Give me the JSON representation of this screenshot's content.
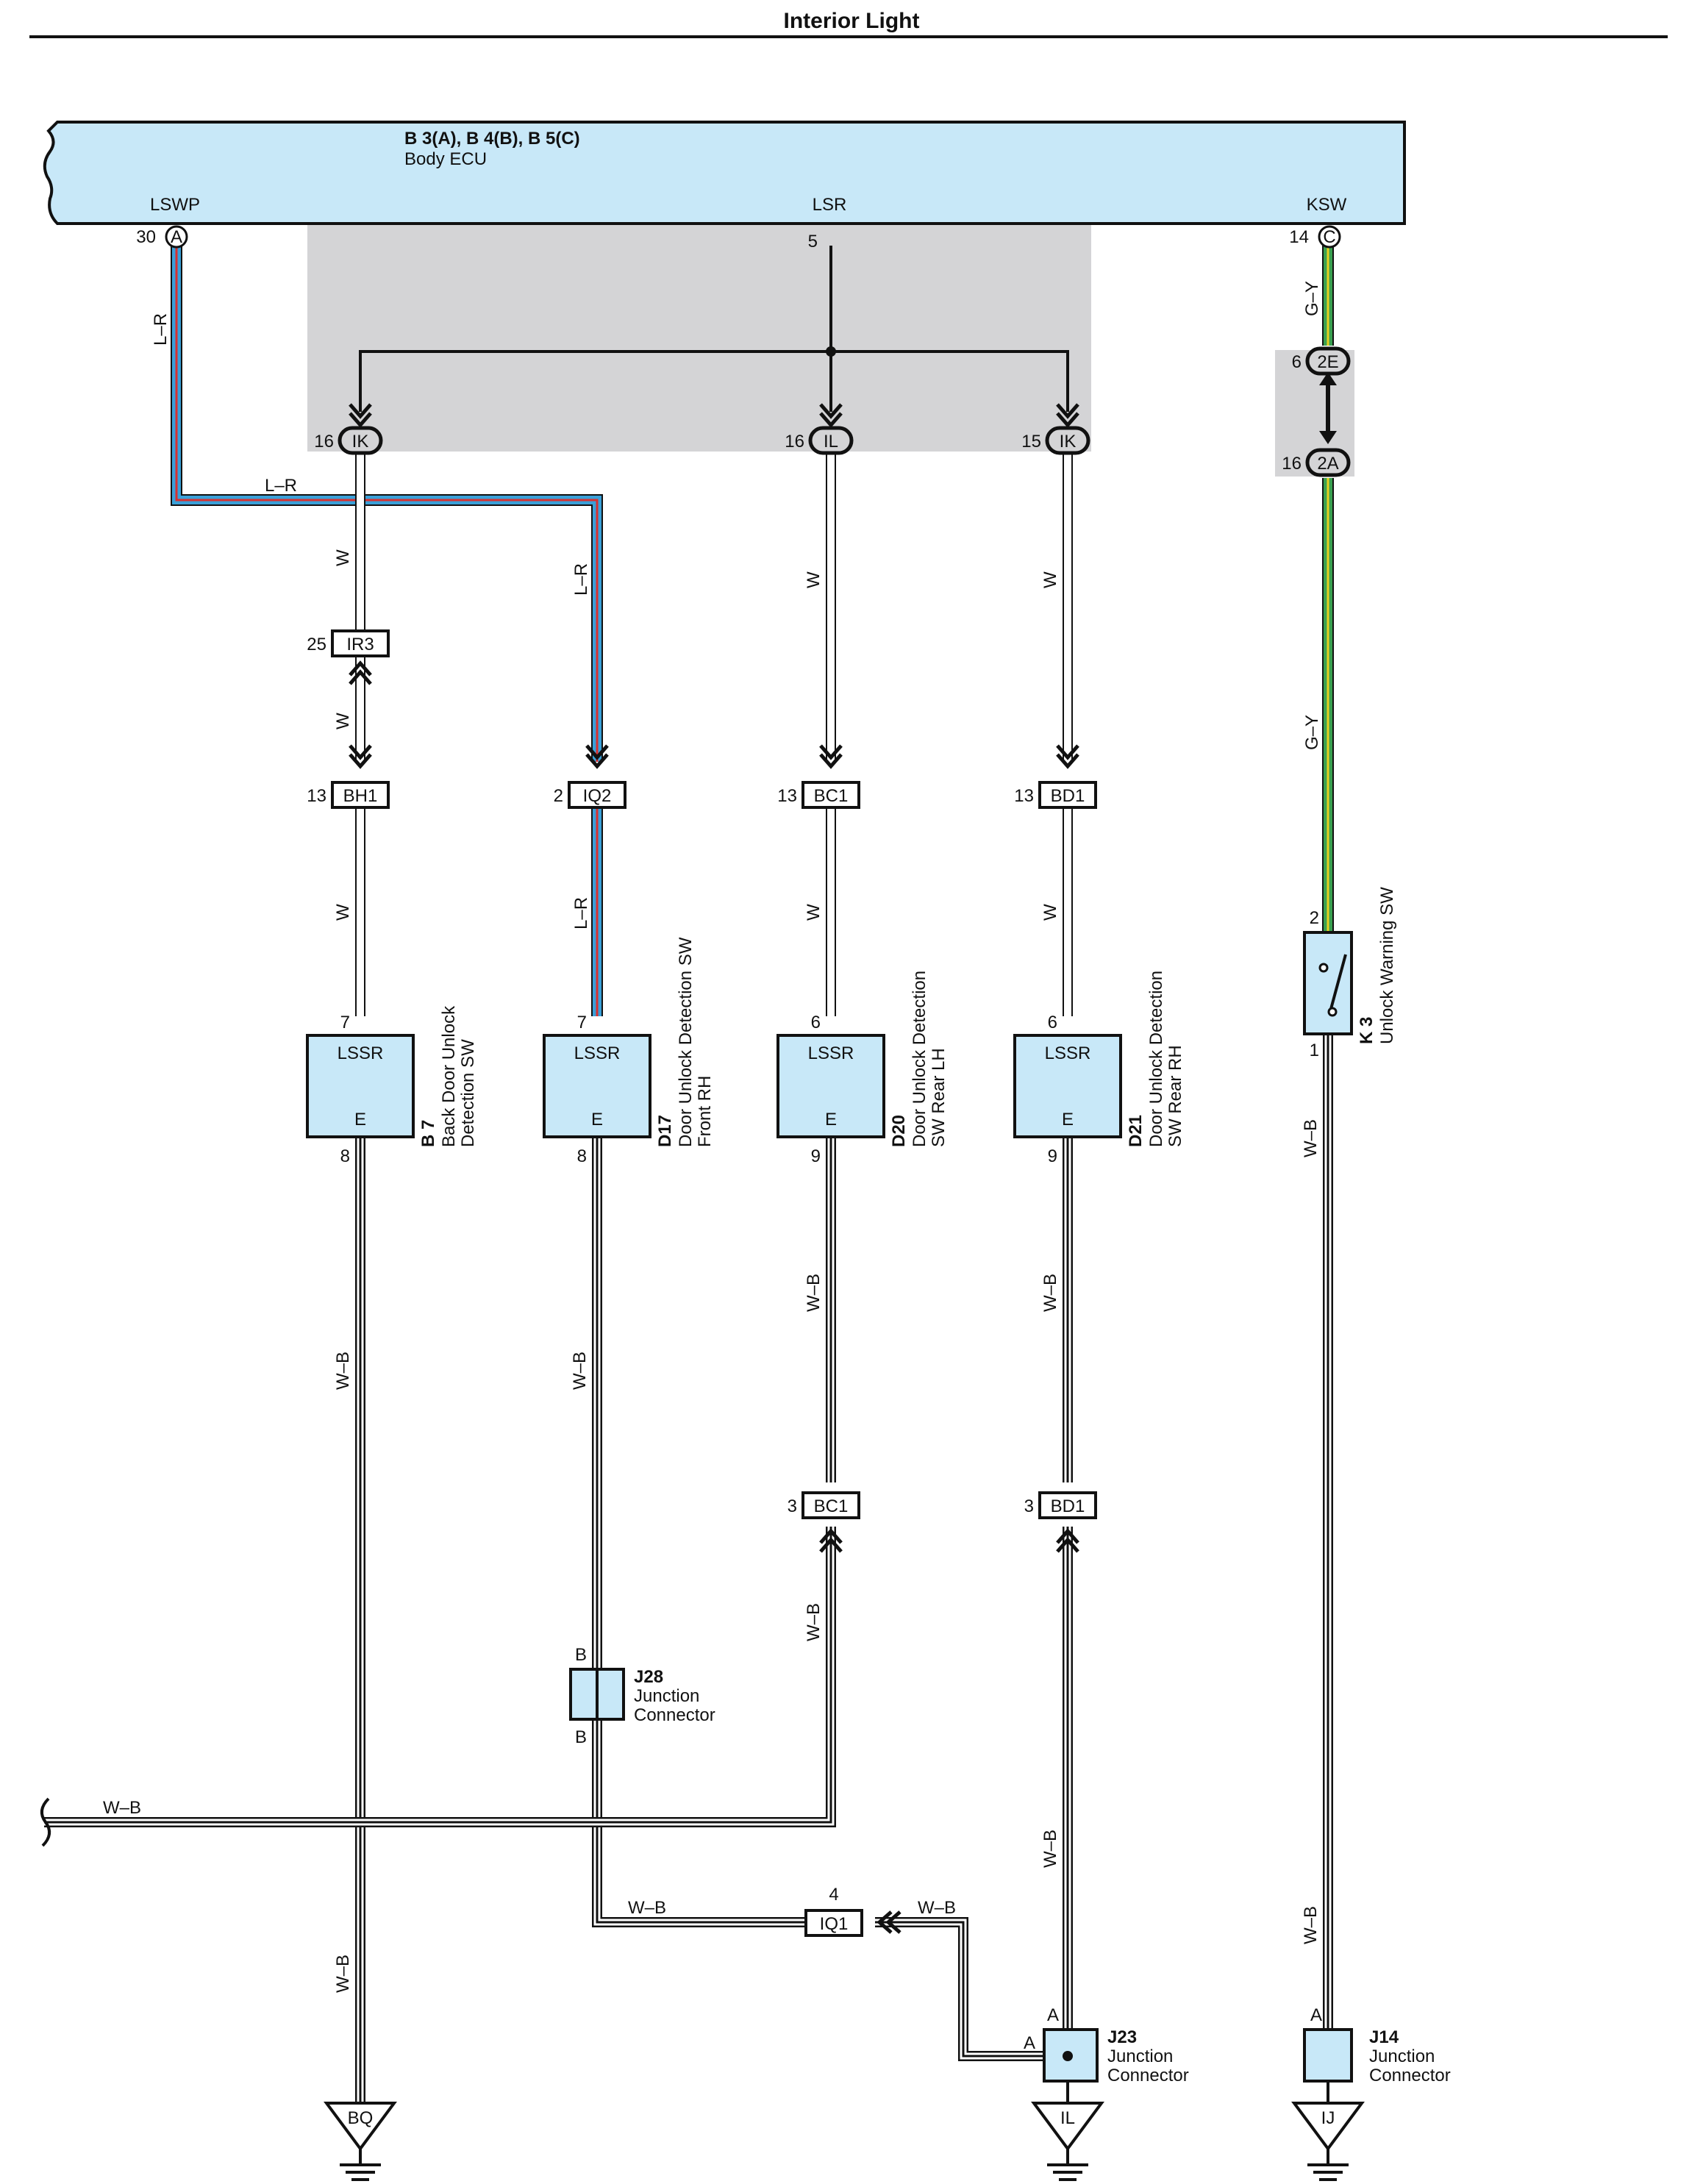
{
  "title": "Interior Light",
  "ecu": {
    "code": "B 3(A), B 4(B), B 5(C)",
    "name": "Body ECU",
    "terminals": {
      "lswp": "LSWP",
      "lsr": "LSR",
      "ksw": "KSW"
    },
    "pins": {
      "lswp_num": "30",
      "lswp_conn": "A",
      "lsr_num": "5",
      "ksw_num": "14",
      "ksw_conn": "C"
    }
  },
  "wire_colors": {
    "wb": "W–B",
    "lr": "L–R",
    "w": "W",
    "gy": "G–Y"
  },
  "connectors": {
    "ik1": {
      "pin": "16",
      "name": "IK"
    },
    "il": {
      "pin": "16",
      "name": "IL"
    },
    "ik2": {
      "pin": "15",
      "name": "IK"
    },
    "e2": {
      "pin": "6",
      "name": "2E"
    },
    "a2": {
      "pin": "16",
      "name": "2A"
    },
    "ir3": {
      "pin": "25",
      "name": "IR3"
    },
    "bh1": {
      "pin": "13",
      "name": "BH1"
    },
    "iq2": {
      "pin": "2",
      "name": "IQ2"
    },
    "bc1a": {
      "pin": "13",
      "name": "BC1"
    },
    "bd1a": {
      "pin": "13",
      "name": "BD1"
    },
    "bc1b": {
      "pin": "3",
      "name": "BC1"
    },
    "bd1b": {
      "pin": "3",
      "name": "BD1"
    },
    "iq1": {
      "pin": "4",
      "name": "IQ1"
    }
  },
  "switches": {
    "b7": {
      "code": "B 7",
      "name1": "Back Door Unlock",
      "name2": "Detection SW",
      "top_pin": "7",
      "bottom_pin": "8",
      "term_top": "LSSR",
      "term_bottom": "E"
    },
    "d17": {
      "code": "D17",
      "name1": "Door Unlock Detection SW",
      "name2": "Front RH",
      "top_pin": "7",
      "bottom_pin": "8",
      "term_top": "LSSR",
      "term_bottom": "E"
    },
    "d20": {
      "code": "D20",
      "name1": "Door Unlock Detection",
      "name2": "SW Rear LH",
      "top_pin": "6",
      "bottom_pin": "9",
      "term_top": "LSSR",
      "term_bottom": "E"
    },
    "d21": {
      "code": "D21",
      "name1": "Door Unlock Detection",
      "name2": "SW Rear RH",
      "top_pin": "6",
      "bottom_pin": "9",
      "term_top": "LSSR",
      "term_bottom": "E"
    },
    "k3": {
      "code": "K 3",
      "name": "Unlock Warning SW",
      "top_pin": "2",
      "bottom_pin": "1"
    }
  },
  "junctions": {
    "j28": {
      "code": "J28",
      "line1": "Junction",
      "line2": "Connector",
      "pin_top": "B",
      "pin_bottom": "B"
    },
    "j23": {
      "code": "J23",
      "line1": "Junction",
      "line2": "Connector",
      "pin_top": "A",
      "pin_left": "A"
    },
    "j14": {
      "code": "J14",
      "line1": "Junction",
      "line2": "Connector",
      "pin_top": "A"
    }
  },
  "grounds": {
    "bq": "BQ",
    "il": "IL",
    "ij": "IJ"
  },
  "colors": {
    "ecu_fill": "#c8e8f8",
    "shade": "#d4d4d6",
    "lr_blue": "#3aa0d8",
    "lr_red": "#d83030",
    "gy_green": "#3aa050",
    "gy_yellow": "#e8d020"
  }
}
